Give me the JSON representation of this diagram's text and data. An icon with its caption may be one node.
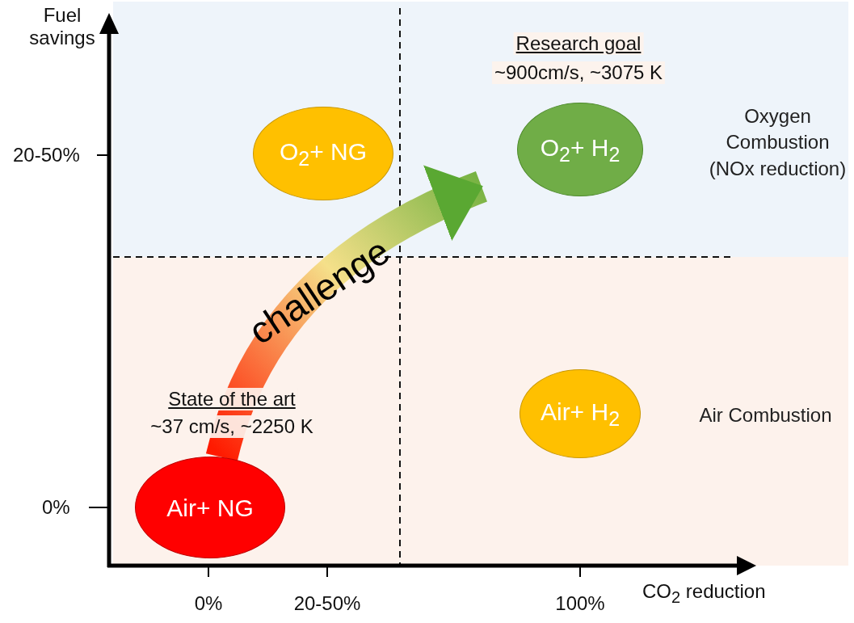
{
  "diagram": {
    "nodes": [
      {
        "text": [
          "Oxygen Combustion (NOx reduction)"
        ]
      },
      {
        "text": [
          "O$_{2}$+ NG"
        ],
        "in": 0
      },
      {
        "text": [
          "O$_{2}$+ H$_{2}$"
        ],
        "in": 0,
        "beside": [
          "Research goal",
          "~900cm/s, ~3075 K"
        ]
      },
      {
        "text": [
          "Air Combustion"
        ]
      },
      {
        "text": [
          "Air+ H$_{2}$"
        ],
        "in": 3
      },
      {
        "text": [
          "Air+ NG"
        ],
        "in": 3,
        "beside": [
          "State of the art",
          "~37 cm/s, ~2250 K"
        ]
      }
    ],
    "edges": [
      {
        "from": 5,
        "to": 2,
        "arrow": "to",
        "label": "challenge"
      }
    ],
    "labels": [
      "Fuel savings",
      "20-50%",
      "0%",
      "0%",
      "20-50%",
      "100%",
      "CO$_{2}$ reduction"
    ]
  }
}
